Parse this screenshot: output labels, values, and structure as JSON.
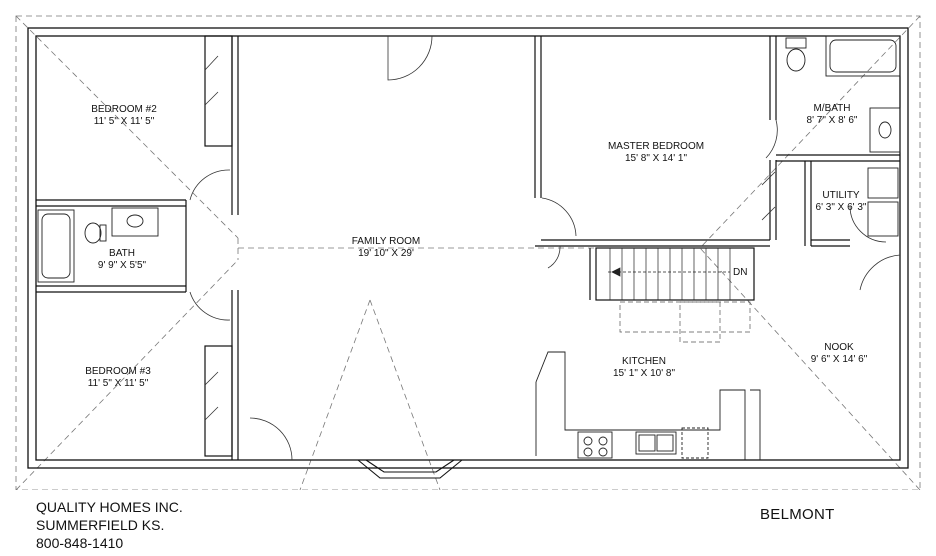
{
  "rooms": {
    "bedroom2": {
      "name": "BEDROOM #2",
      "size": "11' 5\" X 11' 5\""
    },
    "bedroom3": {
      "name": "BEDROOM #3",
      "size": "11' 5\" X 11' 5\""
    },
    "bath": {
      "name": "BATH",
      "size": "9' 9\" X 5'5\""
    },
    "family": {
      "name": "FAMILY ROOM",
      "size": "19' 10\" X 29'"
    },
    "master": {
      "name": "MASTER BEDROOM",
      "size": "15' 8\" X 14' 1\""
    },
    "mbath": {
      "name": "M/BATH",
      "size": "8' 7\" X 8' 6\""
    },
    "utility": {
      "name": "UTILITY",
      "size": "6' 3\" X 6' 3\""
    },
    "kitchen": {
      "name": "KITCHEN",
      "size": "15' 1\" X 10' 8\""
    },
    "nook": {
      "name": "NOOK",
      "size": "9' 6\" X 14' 6\""
    }
  },
  "stair": {
    "label": "DN"
  },
  "company": {
    "name": "QUALITY HOMES INC.",
    "location": "SUMMERFIELD KS.",
    "phone": "800-848-1410"
  },
  "model": {
    "name": "BELMONT"
  }
}
